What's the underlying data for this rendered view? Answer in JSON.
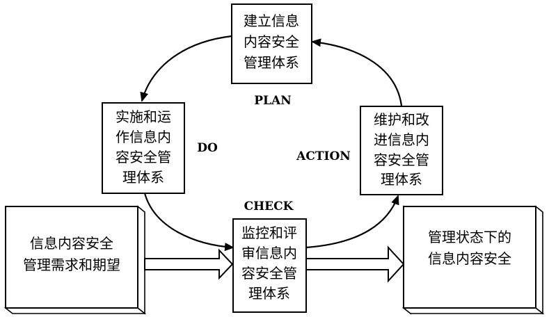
{
  "nodes": {
    "plan_box": {
      "lines": [
        "建立信息",
        "内容安全",
        "管理体系"
      ]
    },
    "do_box": {
      "lines": [
        "实施和运",
        "作信息内",
        "容安全管",
        "理体系"
      ]
    },
    "check_box": {
      "lines": [
        "监控和评",
        "审信息内",
        "容安全管",
        "理体系"
      ]
    },
    "action_box": {
      "lines": [
        "维护和改",
        "进信息内",
        "容安全管",
        "理体系"
      ]
    },
    "input_box": {
      "lines": [
        "信息内容安全",
        "管理需求和期望"
      ]
    },
    "output_box": {
      "lines": [
        "管理状态下的",
        "信息内容安全"
      ]
    }
  },
  "labels": {
    "plan": "PLAN",
    "do": "DO",
    "check": "CHECK",
    "action": "ACTION"
  }
}
